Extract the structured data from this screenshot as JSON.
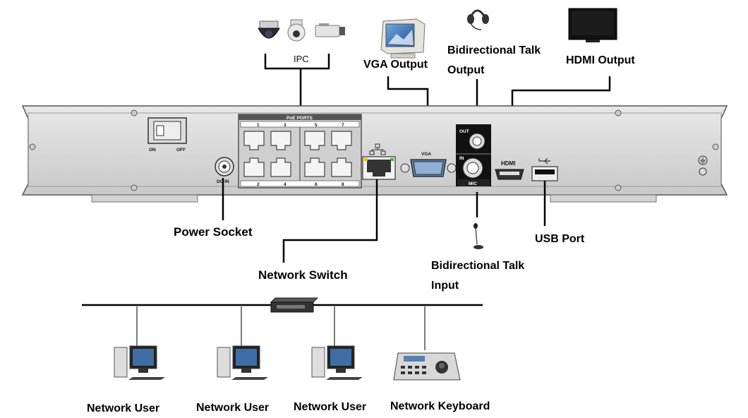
{
  "device": {
    "poe_header": "PoE PORTS",
    "poe_top_numbers": [
      "1",
      "3",
      "5",
      "7"
    ],
    "poe_bottom_numbers": [
      "2",
      "4",
      "6",
      "8"
    ],
    "switch_on": "ON",
    "switch_off": "OFF",
    "dc_in": "DC IN",
    "vga_port_label": "VGA",
    "audio_out": "OUT",
    "audio_in": "IN",
    "mic": "MIC",
    "hdmi_logo": "HDMI"
  },
  "labels": {
    "ipc": "IPC",
    "vga_output": "VGA Output",
    "talk_output_line1": "Bidirectional Talk",
    "talk_output_line2": "Output",
    "hdmi_output": "HDMI Output",
    "power_socket": "Power Socket",
    "network_switch": "Network Switch",
    "talk_input_line1": "Bidirectional Talk",
    "talk_input_line2": "Input",
    "usb_port": "USB Port",
    "network_users": [
      "Network User",
      "Network User",
      "Network User"
    ],
    "network_keyboard": "Network Keyboard"
  },
  "colors": {
    "line": "#000000",
    "panel": "#d7d7d7",
    "panel_border": "#555555",
    "port_dark": "#222222"
  },
  "icons": [
    "dome-camera-icon",
    "ptz-camera-icon",
    "box-camera-icon",
    "crt-monitor-icon",
    "headset-icon",
    "flat-tv-icon",
    "microphone-icon",
    "network-switch-icon",
    "desktop-computer-icon",
    "keyboard-controller-icon",
    "usb-icon",
    "network-icon",
    "ground-icon"
  ]
}
